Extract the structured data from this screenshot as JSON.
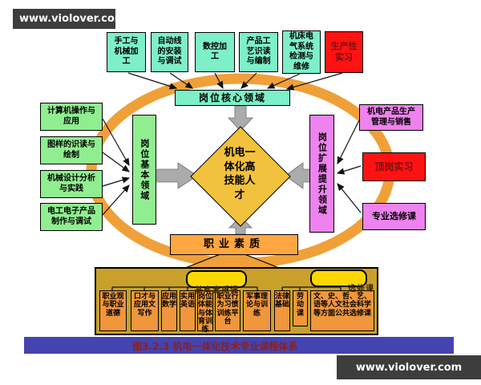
{
  "watermarks": {
    "top_left": "www.violover.com",
    "bottom_right": "www.violover.com"
  },
  "caption": "图3.2.3  机电一体化技术专业课程体系",
  "diagram": {
    "talent": "机电一体化高技能人才",
    "core_area": "岗位核心领域",
    "basic_area": "岗位基本领域",
    "extend_area": "岗位扩展提升领域",
    "quality": "职业素质",
    "top_courses": [
      "手工与机械加工",
      "自动线的安装与调试",
      "数控加工",
      "产品工艺识读与编制",
      "机床电气系统检测与维修",
      "生产性实习"
    ],
    "left_courses": [
      "计算机操作与应用",
      "图样的识读与绘制",
      "机械设计分析与实践",
      "电工电子产品制作与调试"
    ],
    "right_courses": [
      "机电产品生产管理与销售",
      "顶岗实习",
      "专业选修课"
    ],
    "bottom_group_labels": [
      "基本素质课",
      "选修课"
    ],
    "bottom_courses": [
      "职业观与职业道德",
      "口才与应用文写作",
      "应用数学",
      "实用英语",
      "岗位体能与体育训练",
      "职业行为习惯训练平台",
      "军事理论与训练",
      "法律基础",
      "劳动课",
      "文、史、哲、艺、语等人文社会科学等方面公共选修课"
    ]
  },
  "colors": {
    "ring_orange": "#f0a038",
    "mint_green": "#7df0c8",
    "light_green": "#90ee90",
    "violet_pink": "#ee82ee",
    "red": "#ff1212",
    "red_text": "#7a1010",
    "diamond_gold": "#f2c13d",
    "quality_orange": "#ffa640",
    "container_olive": "#c9a02a",
    "pill_gold": "#ffd700",
    "small_box_orange": "#f0963c",
    "caption_bar_blue": "#4444b0",
    "caption_text_red": "#8b2020",
    "banner_gray": "#3d3d3d"
  }
}
